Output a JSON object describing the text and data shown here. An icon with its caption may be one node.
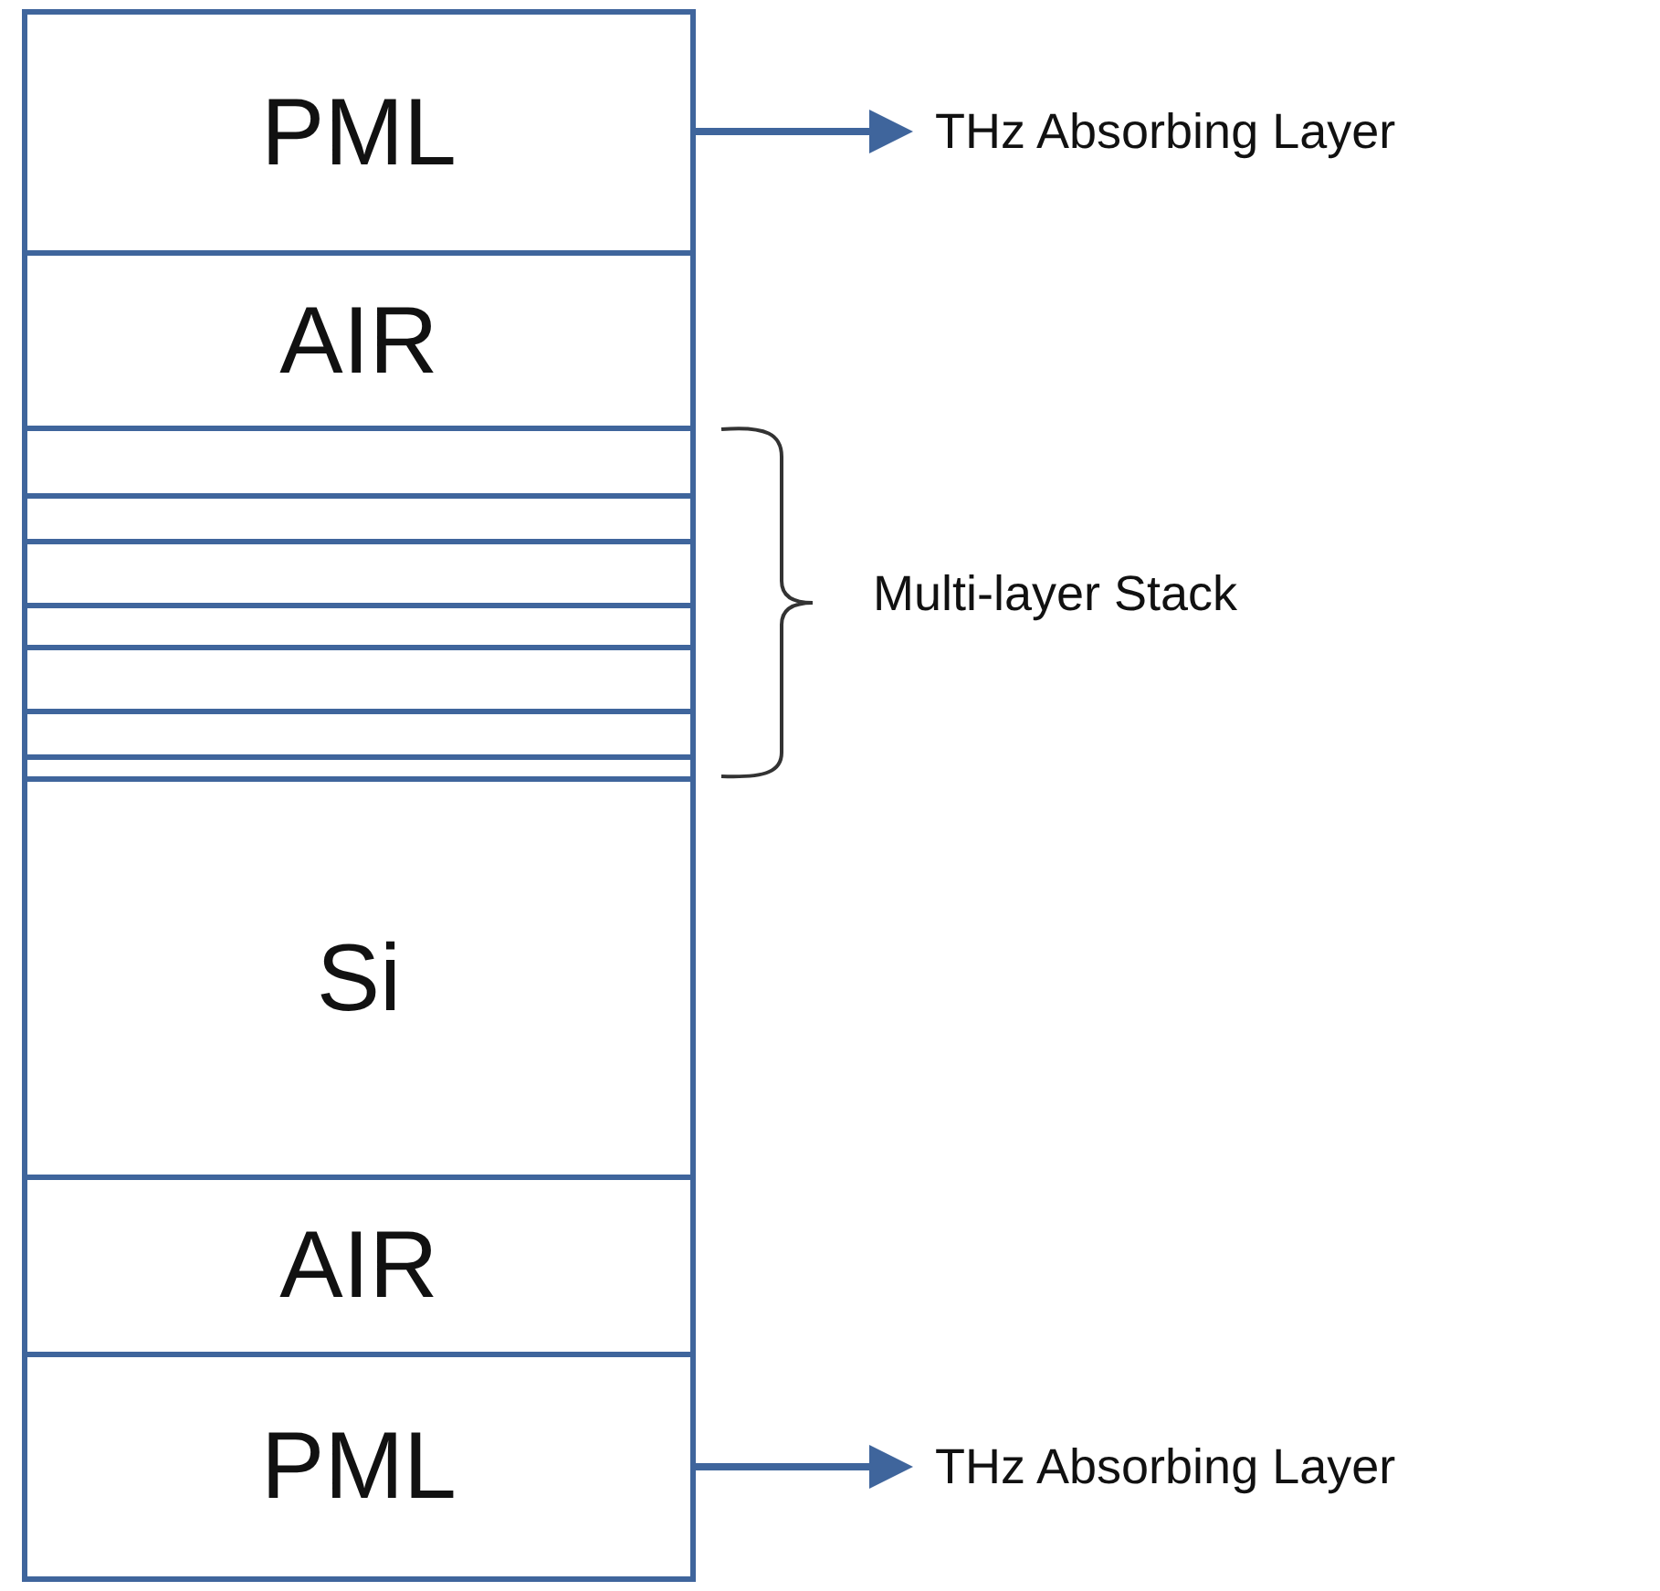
{
  "diagram": {
    "nodes": [
      {
        "text": [
          "PML"
        ]
      },
      {
        "text": [
          "AIR"
        ]
      },
      {
        "text": [],
        "shape": "bar"
      },
      {
        "text": [],
        "shape": "bar"
      },
      {
        "text": [],
        "shape": "bar"
      },
      {
        "text": [],
        "shape": "bar"
      },
      {
        "text": [],
        "shape": "bar"
      },
      {
        "text": [],
        "shape": "bar"
      },
      {
        "text": [],
        "shape": "bar"
      },
      {
        "text": [
          "Si"
        ]
      },
      {
        "text": [
          "AIR"
        ]
      },
      {
        "text": [
          "PML"
        ]
      },
      {
        "text": [
          "THz Absorbing Layer"
        ]
      },
      {
        "text": [
          "THz Absorbing Layer"
        ]
      }
    ],
    "edges": [
      {
        "from": 0,
        "to": 12,
        "arrow": "to"
      },
      {
        "from": 11,
        "to": 13,
        "arrow": "to"
      }
    ],
    "labels": [
      "Multi-layer Stack"
    ]
  }
}
